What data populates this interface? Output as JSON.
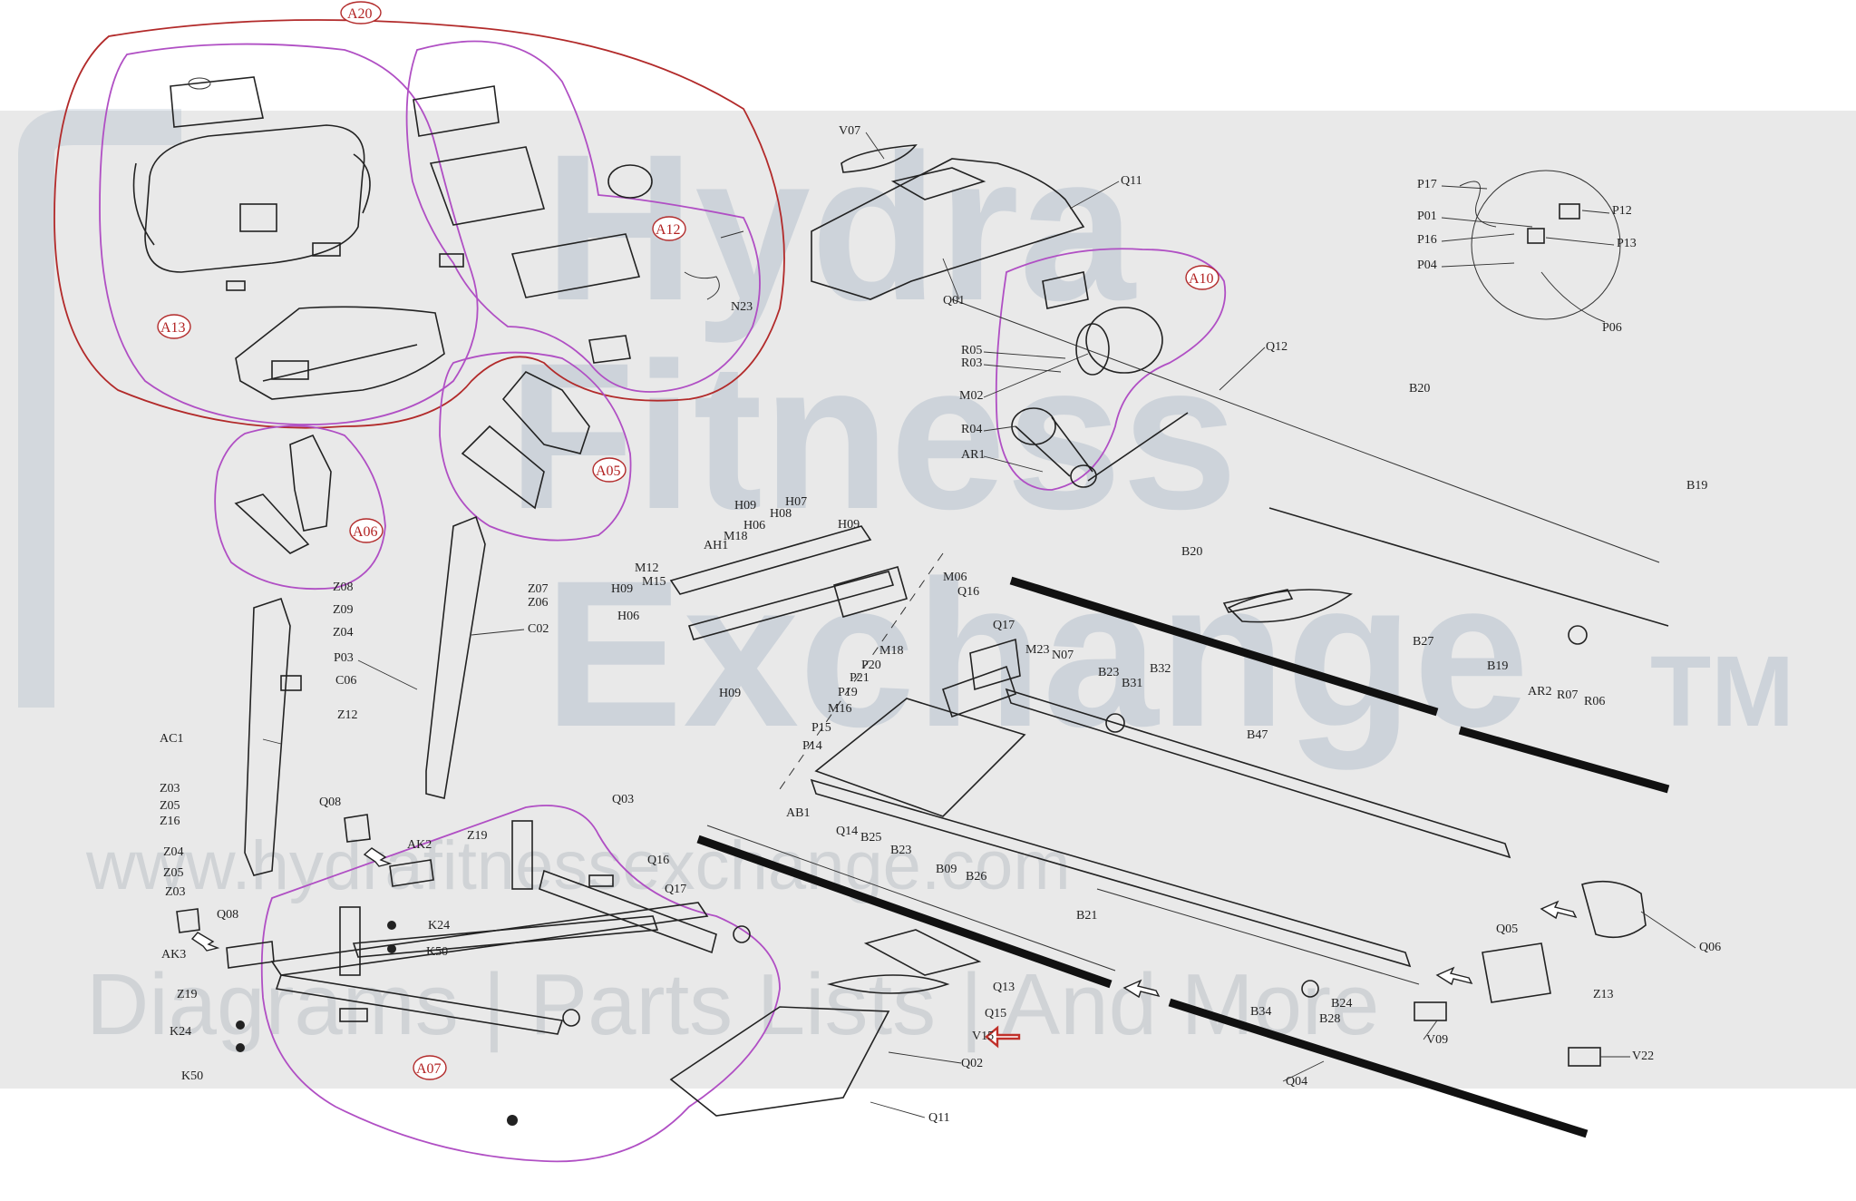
{
  "watermark": {
    "brand_line1": "Hydra",
    "brand_line2": "Fitness",
    "brand_line3": "Exchange",
    "trademark": "TM",
    "url": "www.hydrafitnessexchange.com",
    "tagline": "Diagrams | Parts Lists | And More"
  },
  "assemblies": {
    "a20": "A20",
    "a13": "A13",
    "a12": "A12",
    "a10": "A10",
    "a05": "A05",
    "a06": "A06",
    "a07": "A07"
  },
  "labels": {
    "v07": "V07",
    "q11_top": "Q11",
    "q01": "Q01",
    "p17": "P17",
    "p12": "P12",
    "p01": "P01",
    "p13": "P13",
    "p16": "P16",
    "p04": "P04",
    "p06": "P06",
    "n23": "N23",
    "r05": "R05",
    "r03": "R03",
    "m02": "M02",
    "r04": "R04",
    "ar1": "AR1",
    "q12": "Q12",
    "b20_a": "B20",
    "b20_b": "B20",
    "b19_a": "B19",
    "b19_b": "B19",
    "b27": "B27",
    "ar2": "AR2",
    "r07": "R07",
    "r06": "R06",
    "h09_a": "H09",
    "h07": "H07",
    "h06_a": "H06",
    "h08": "H08",
    "ah1": "AH1",
    "m18_a": "M18",
    "h09_b": "H09",
    "m12": "M12",
    "h09_c": "H09",
    "m15": "M15",
    "h06_b": "H06",
    "h09_d": "H09",
    "m06": "M06",
    "q16_a": "Q16",
    "q17_a": "Q17",
    "m18_b": "M18",
    "m23": "M23",
    "n07": "N07",
    "p20": "P20",
    "p21": "P21",
    "p19": "P19",
    "m16": "M16",
    "p15": "P15",
    "p14": "P14",
    "b23_a": "B23",
    "b31": "B31",
    "b32": "B32",
    "b47": "B47",
    "z08": "Z08",
    "z09": "Z09",
    "z04_a": "Z04",
    "z07": "Z07",
    "z06": "Z06",
    "c02": "C02",
    "p03": "P03",
    "c06": "C06",
    "z12": "Z12",
    "ac1": "AC1",
    "z03_a": "Z03",
    "z05": "Z05",
    "z16": "Z16",
    "z04_b": "Z04",
    "z05_b": "Z05",
    "z03_b": "Z03",
    "q08_a": "Q08",
    "ak2": "AK2",
    "z19_a": "Z19",
    "q08_b": "Q08",
    "k24_a": "K24",
    "k50_a": "K50",
    "ak3": "AK3",
    "z19_b": "Z19",
    "k24_b": "K24",
    "k50_b": "K50",
    "q03": "Q03",
    "q16_b": "Q16",
    "q17_b": "Q17",
    "ab1": "AB1",
    "q14": "Q14",
    "b25": "B25",
    "b23_b": "B23",
    "b09": "B09",
    "b26": "B26",
    "b21": "B21",
    "q13": "Q13",
    "q15": "Q15",
    "v15": "V15",
    "q02": "Q02",
    "q11_bottom": "Q11",
    "b24": "B24",
    "b28": "B28",
    "b34": "B34",
    "q04": "Q04",
    "q05": "Q05",
    "v09": "V09",
    "z13": "Z13",
    "q06": "Q06",
    "v22": "V22"
  },
  "colors": {
    "assembly_outer": "#b22a2a",
    "assembly_inner": "#b04fc4",
    "highlight_arrow": "#c0302a",
    "watermark": "#6f8aa8"
  }
}
